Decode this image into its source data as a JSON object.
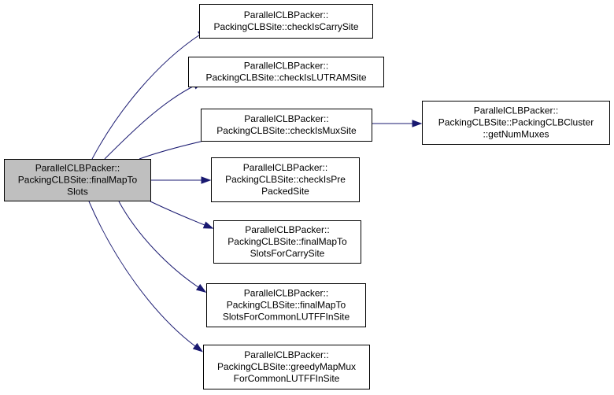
{
  "nodes": [
    {
      "id": "root",
      "lines": [
        "ParallelCLBPacker::",
        "PackingCLBSite::finalMapTo",
        "Slots"
      ],
      "root": true
    },
    {
      "id": "checkIsCarrySite",
      "lines": [
        "ParallelCLBPacker::",
        "PackingCLBSite::checkIsCarrySite"
      ]
    },
    {
      "id": "checkIsLUTRAMSite",
      "lines": [
        "ParallelCLBPacker::",
        "PackingCLBSite::checkIsLUTRAMSite"
      ]
    },
    {
      "id": "checkIsMuxSite",
      "lines": [
        "ParallelCLBPacker::",
        "PackingCLBSite::checkIsMuxSite"
      ]
    },
    {
      "id": "getNumMuxes",
      "lines": [
        "ParallelCLBPacker::",
        "PackingCLBSite::PackingCLBCluster",
        "::getNumMuxes"
      ]
    },
    {
      "id": "checkIsPrePackedSite",
      "lines": [
        "ParallelCLBPacker::",
        "PackingCLBSite::checkIsPre",
        "PackedSite"
      ]
    },
    {
      "id": "finalMapToSlotsForCarrySite",
      "lines": [
        "ParallelCLBPacker::",
        "PackingCLBSite::finalMapTo",
        "SlotsForCarrySite"
      ]
    },
    {
      "id": "finalMapToSlotsForCommonLUTFFInSite",
      "lines": [
        "ParallelCLBPacker::",
        "PackingCLBSite::finalMapTo",
        "SlotsForCommonLUTFFInSite"
      ]
    },
    {
      "id": "greedyMapMuxForCommonLUTFFInSite",
      "lines": [
        "ParallelCLBPacker::",
        "PackingCLBSite::greedyMapMux",
        "ForCommonLUTFFInSite"
      ]
    }
  ],
  "edges": [
    {
      "from": "root",
      "to": "checkIsCarrySite"
    },
    {
      "from": "root",
      "to": "checkIsLUTRAMSite"
    },
    {
      "from": "root",
      "to": "checkIsMuxSite"
    },
    {
      "from": "checkIsMuxSite",
      "to": "getNumMuxes"
    },
    {
      "from": "root",
      "to": "checkIsPrePackedSite"
    },
    {
      "from": "root",
      "to": "finalMapToSlotsForCarrySite"
    },
    {
      "from": "root",
      "to": "finalMapToSlotsForCommonLUTFFInSite"
    },
    {
      "from": "root",
      "to": "greedyMapMuxForCommonLUTFFInSite"
    }
  ],
  "colors": {
    "edge": "#191970",
    "root_fill": "#bfbfbf",
    "node_fill": "#ffffff",
    "border": "#000000"
  }
}
